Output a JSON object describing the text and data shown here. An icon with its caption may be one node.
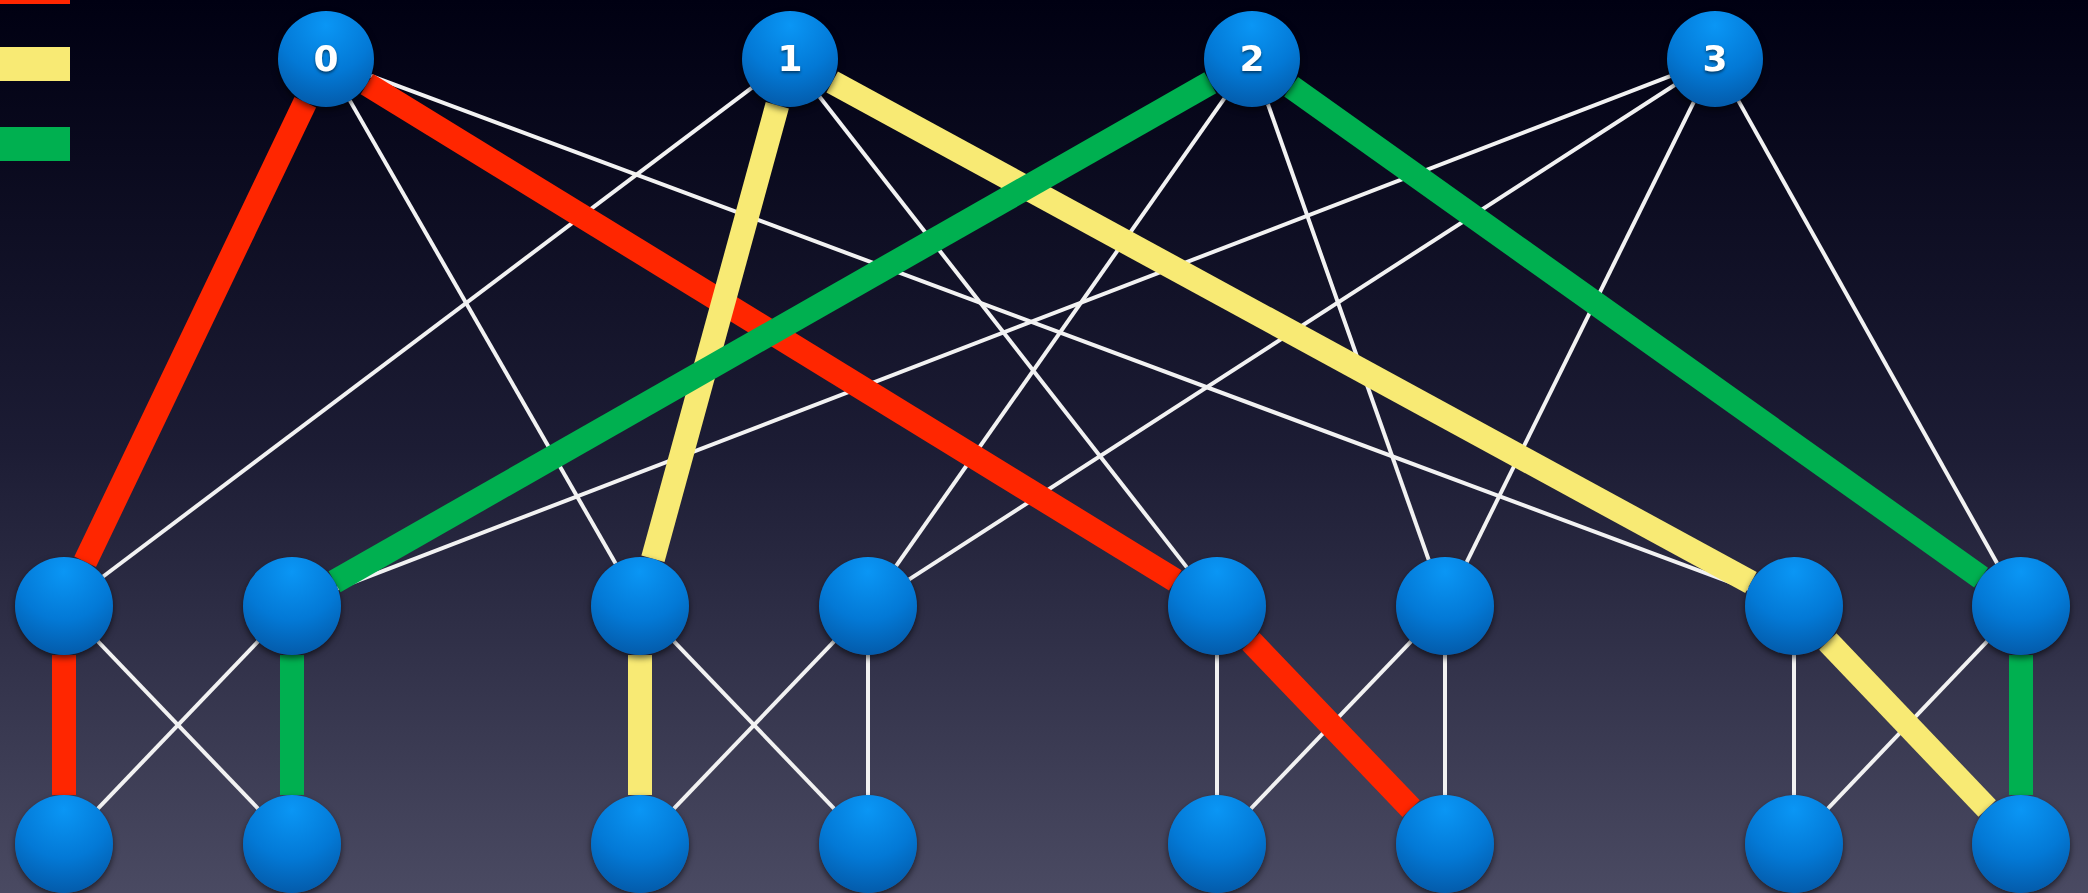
{
  "diagram": {
    "nodes": [
      {
        "text": [
          "0"
        ]
      },
      {
        "text": [
          "1"
        ]
      },
      {
        "text": [
          "2"
        ]
      },
      {
        "text": [
          "3"
        ]
      },
      {
        "text": [],
        "shape": "circle"
      },
      {
        "text": [],
        "shape": "circle"
      },
      {
        "text": [],
        "shape": "circle"
      },
      {
        "text": [],
        "shape": "circle"
      },
      {
        "text": [],
        "shape": "circle"
      },
      {
        "text": [],
        "shape": "circle"
      },
      {
        "text": [],
        "shape": "circle"
      },
      {
        "text": [],
        "shape": "circle"
      },
      {
        "text": [],
        "shape": "circle"
      },
      {
        "text": [],
        "shape": "circle"
      },
      {
        "text": [],
        "shape": "circle"
      },
      {
        "text": [],
        "shape": "circle"
      },
      {
        "text": [],
        "shape": "circle"
      },
      {
        "text": [],
        "shape": "circle"
      },
      {
        "text": [],
        "shape": "circle"
      },
      {
        "text": [],
        "shape": "circle"
      }
    ],
    "edges": [
      {
        "from": 0,
        "to": 4,
        "arrow": "none",
        "style": "thick",
        "color": "#ff2600"
      },
      {
        "from": 0,
        "to": 6,
        "arrow": "none"
      },
      {
        "from": 0,
        "to": 8,
        "arrow": "none",
        "style": "thick",
        "color": "#ff2600"
      },
      {
        "from": 0,
        "to": 10,
        "arrow": "none"
      },
      {
        "from": 1,
        "to": 4,
        "arrow": "none"
      },
      {
        "from": 1,
        "to": 6,
        "arrow": "none",
        "style": "thick",
        "color": "#f8ea74"
      },
      {
        "from": 1,
        "to": 8,
        "arrow": "none"
      },
      {
        "from": 1,
        "to": 10,
        "arrow": "none",
        "style": "thick",
        "color": "#f8ea74"
      },
      {
        "from": 2,
        "to": 5,
        "arrow": "none",
        "style": "thick",
        "color": "#00b050"
      },
      {
        "from": 2,
        "to": 7,
        "arrow": "none"
      },
      {
        "from": 2,
        "to": 9,
        "arrow": "none"
      },
      {
        "from": 2,
        "to": 11,
        "arrow": "none",
        "style": "thick",
        "color": "#00b050"
      },
      {
        "from": 3,
        "to": 5,
        "arrow": "none"
      },
      {
        "from": 3,
        "to": 7,
        "arrow": "none"
      },
      {
        "from": 3,
        "to": 9,
        "arrow": "none"
      },
      {
        "from": 3,
        "to": 11,
        "arrow": "none"
      },
      {
        "from": 4,
        "to": 12,
        "arrow": "none",
        "style": "thick",
        "color": "#ff2600"
      },
      {
        "from": 4,
        "to": 13,
        "arrow": "none"
      },
      {
        "from": 5,
        "to": 12,
        "arrow": "none"
      },
      {
        "from": 5,
        "to": 13,
        "arrow": "none",
        "style": "thick",
        "color": "#00b050"
      },
      {
        "from": 6,
        "to": 14,
        "arrow": "none",
        "style": "thick",
        "color": "#f8ea74"
      },
      {
        "from": 6,
        "to": 15,
        "arrow": "none"
      },
      {
        "from": 7,
        "to": 14,
        "arrow": "none"
      },
      {
        "from": 7,
        "to": 15,
        "arrow": "none"
      },
      {
        "from": 8,
        "to": 16,
        "arrow": "none"
      },
      {
        "from": 8,
        "to": 17,
        "arrow": "none",
        "style": "thick",
        "color": "#ff2600"
      },
      {
        "from": 9,
        "to": 16,
        "arrow": "none"
      },
      {
        "from": 9,
        "to": 17,
        "arrow": "none"
      },
      {
        "from": 10,
        "to": 18,
        "arrow": "none"
      },
      {
        "from": 10,
        "to": 19,
        "arrow": "none",
        "style": "thick",
        "color": "#f8ea74"
      },
      {
        "from": 11,
        "to": 18,
        "arrow": "none"
      },
      {
        "from": 11,
        "to": 19,
        "arrow": "none",
        "style": "thick",
        "color": "#00b050"
      }
    ]
  }
}
